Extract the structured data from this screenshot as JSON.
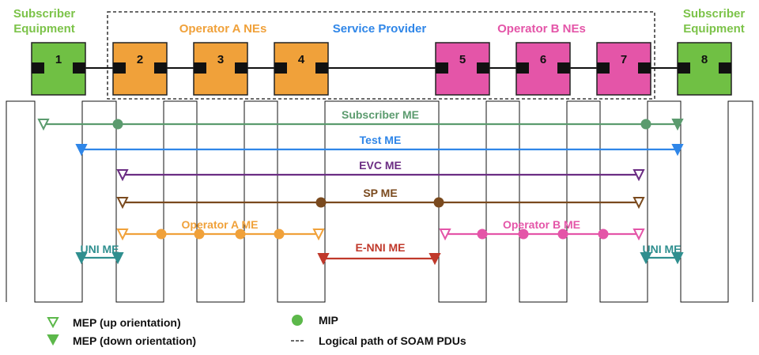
{
  "headers": {
    "subscriber_left": [
      "Subscriber",
      "Equipment"
    ],
    "subscriber_right": [
      "Subscriber",
      "Equipment"
    ],
    "operator_a": "Operator A NEs",
    "service_provider": "Service Provider",
    "operator_b": "Operator B NEs"
  },
  "nodes": [
    {
      "label": "1",
      "kind": "subscriber"
    },
    {
      "label": "2",
      "kind": "operator_a"
    },
    {
      "label": "3",
      "kind": "operator_a"
    },
    {
      "label": "4",
      "kind": "operator_a"
    },
    {
      "label": "5",
      "kind": "operator_b"
    },
    {
      "label": "6",
      "kind": "operator_b"
    },
    {
      "label": "7",
      "kind": "operator_b"
    },
    {
      "label": "8",
      "kind": "subscriber"
    }
  ],
  "maintenance_entities": [
    {
      "name": "Subscriber ME",
      "color": "#5b9b6e"
    },
    {
      "name": "Test ME",
      "color": "#2f86e8"
    },
    {
      "name": "EVC ME",
      "color": "#6b2d83"
    },
    {
      "name": "SP ME",
      "color": "#7a4a1e"
    },
    {
      "name": "Operator A ME",
      "color": "#f0a13a"
    },
    {
      "name": "Operator B ME",
      "color": "#e455a8"
    },
    {
      "name": "E-NNI ME",
      "color": "#c0392b"
    },
    {
      "name": "UNI ME",
      "color": "#2f8f8f"
    },
    {
      "name": "UNI ME",
      "color": "#2f8f8f"
    }
  ],
  "legend": {
    "mep_up": "MEP (up orientation)",
    "mep_down": "MEP (down orientation)",
    "mip": "MIP",
    "logical_path": "Logical path of SOAM PDUs"
  },
  "colors": {
    "subscriber": "#70c044",
    "operator_a": "#f0a13a",
    "operator_b": "#e455a8",
    "header_subscriber": "#7cc349",
    "header_operator_a": "#f0a13a",
    "header_service_provider": "#2f86e8",
    "header_operator_b": "#e455a8",
    "legend_green": "#5cb84a"
  }
}
